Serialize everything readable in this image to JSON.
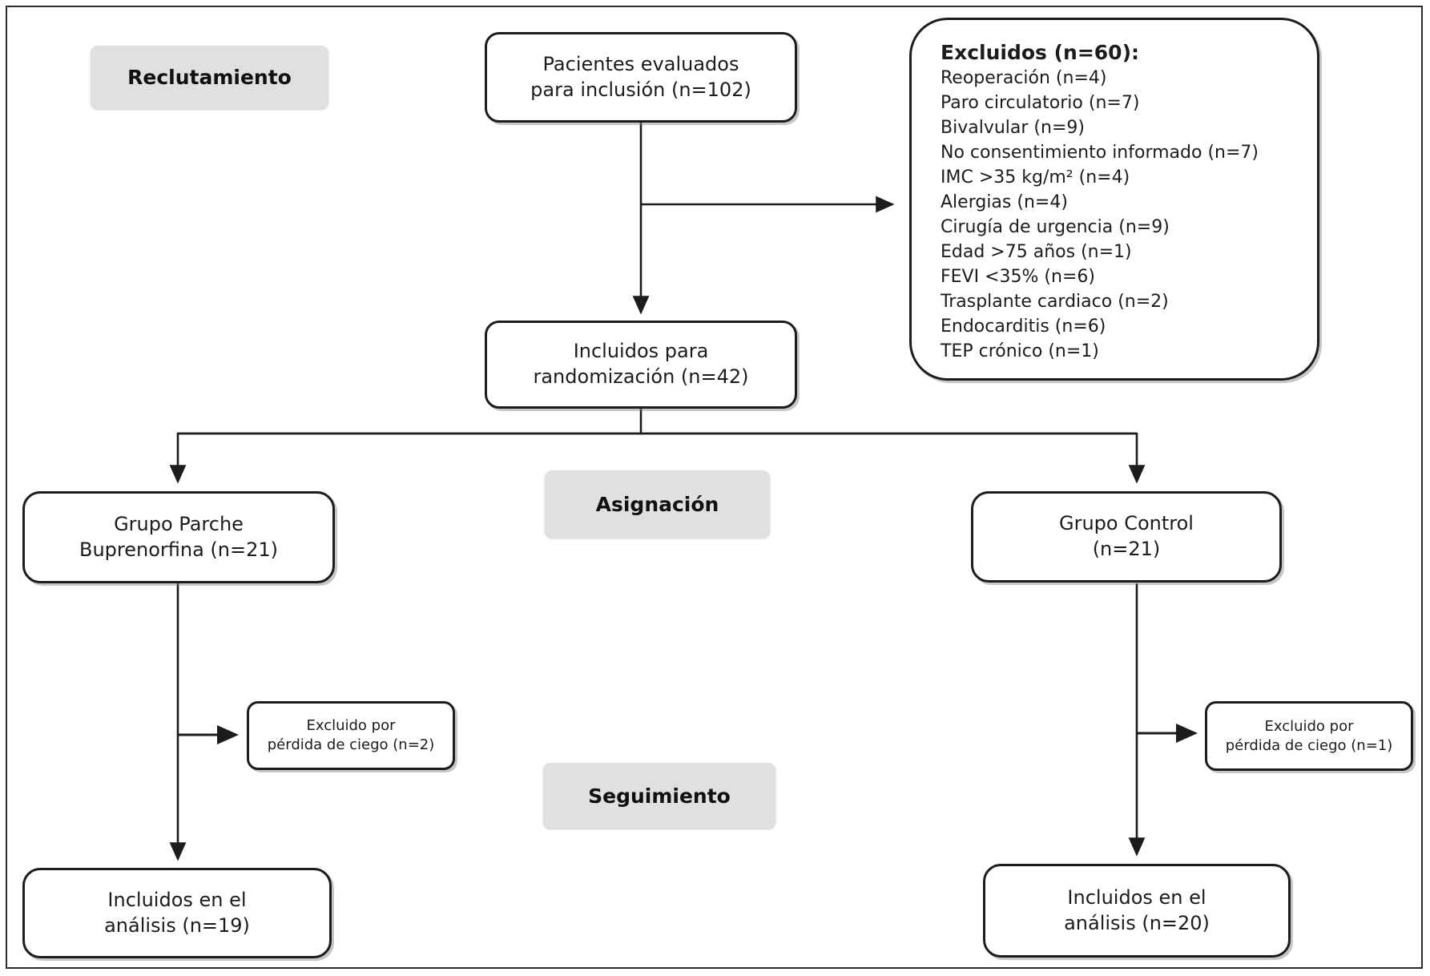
{
  "colors": {
    "background": "#ffffff",
    "box_border": "#1c1c1c",
    "stage_label_bg": "#e0e0e0",
    "text": "#1c1c1c"
  },
  "stages": {
    "recruitment": "Reclutamiento",
    "assignment": "Asignación",
    "followup": "Seguimiento"
  },
  "boxes": {
    "assessed": "Pacientes evaluados\npara inclusión (n=102)",
    "randomized": "Incluidos para\nrandomización (n=42)",
    "group_buprenorphine": "Grupo Parche\nBuprenorfina (n=21)",
    "group_control": "Grupo Control\n(n=21)",
    "excluded_blinding_left": "Excluido por\npérdida de ciego (n=2)",
    "excluded_blinding_right": "Excluido por\npérdida de ciego (n=1)",
    "analysis_left": "Incluidos en el\nanálisis (n=19)",
    "analysis_right": "Incluidos en el\nanálisis (n=20)"
  },
  "excluded": {
    "title": "Excluidos (n=60):",
    "items": [
      "Reoperación (n=4)",
      "Paro circulatorio (n=7)",
      "Bivalvular (n=9)",
      "No consentimiento informado (n=7)",
      "IMC >35 kg/m² (n=4)",
      "Alergias (n=4)",
      "Cirugía de urgencia (n=9)",
      "Edad >75 años (n=1)",
      "FEVI <35% (n=6)",
      "Trasplante cardiaco (n=2)",
      "Endocarditis (n=6)",
      "TEP crónico (n=1)"
    ]
  }
}
